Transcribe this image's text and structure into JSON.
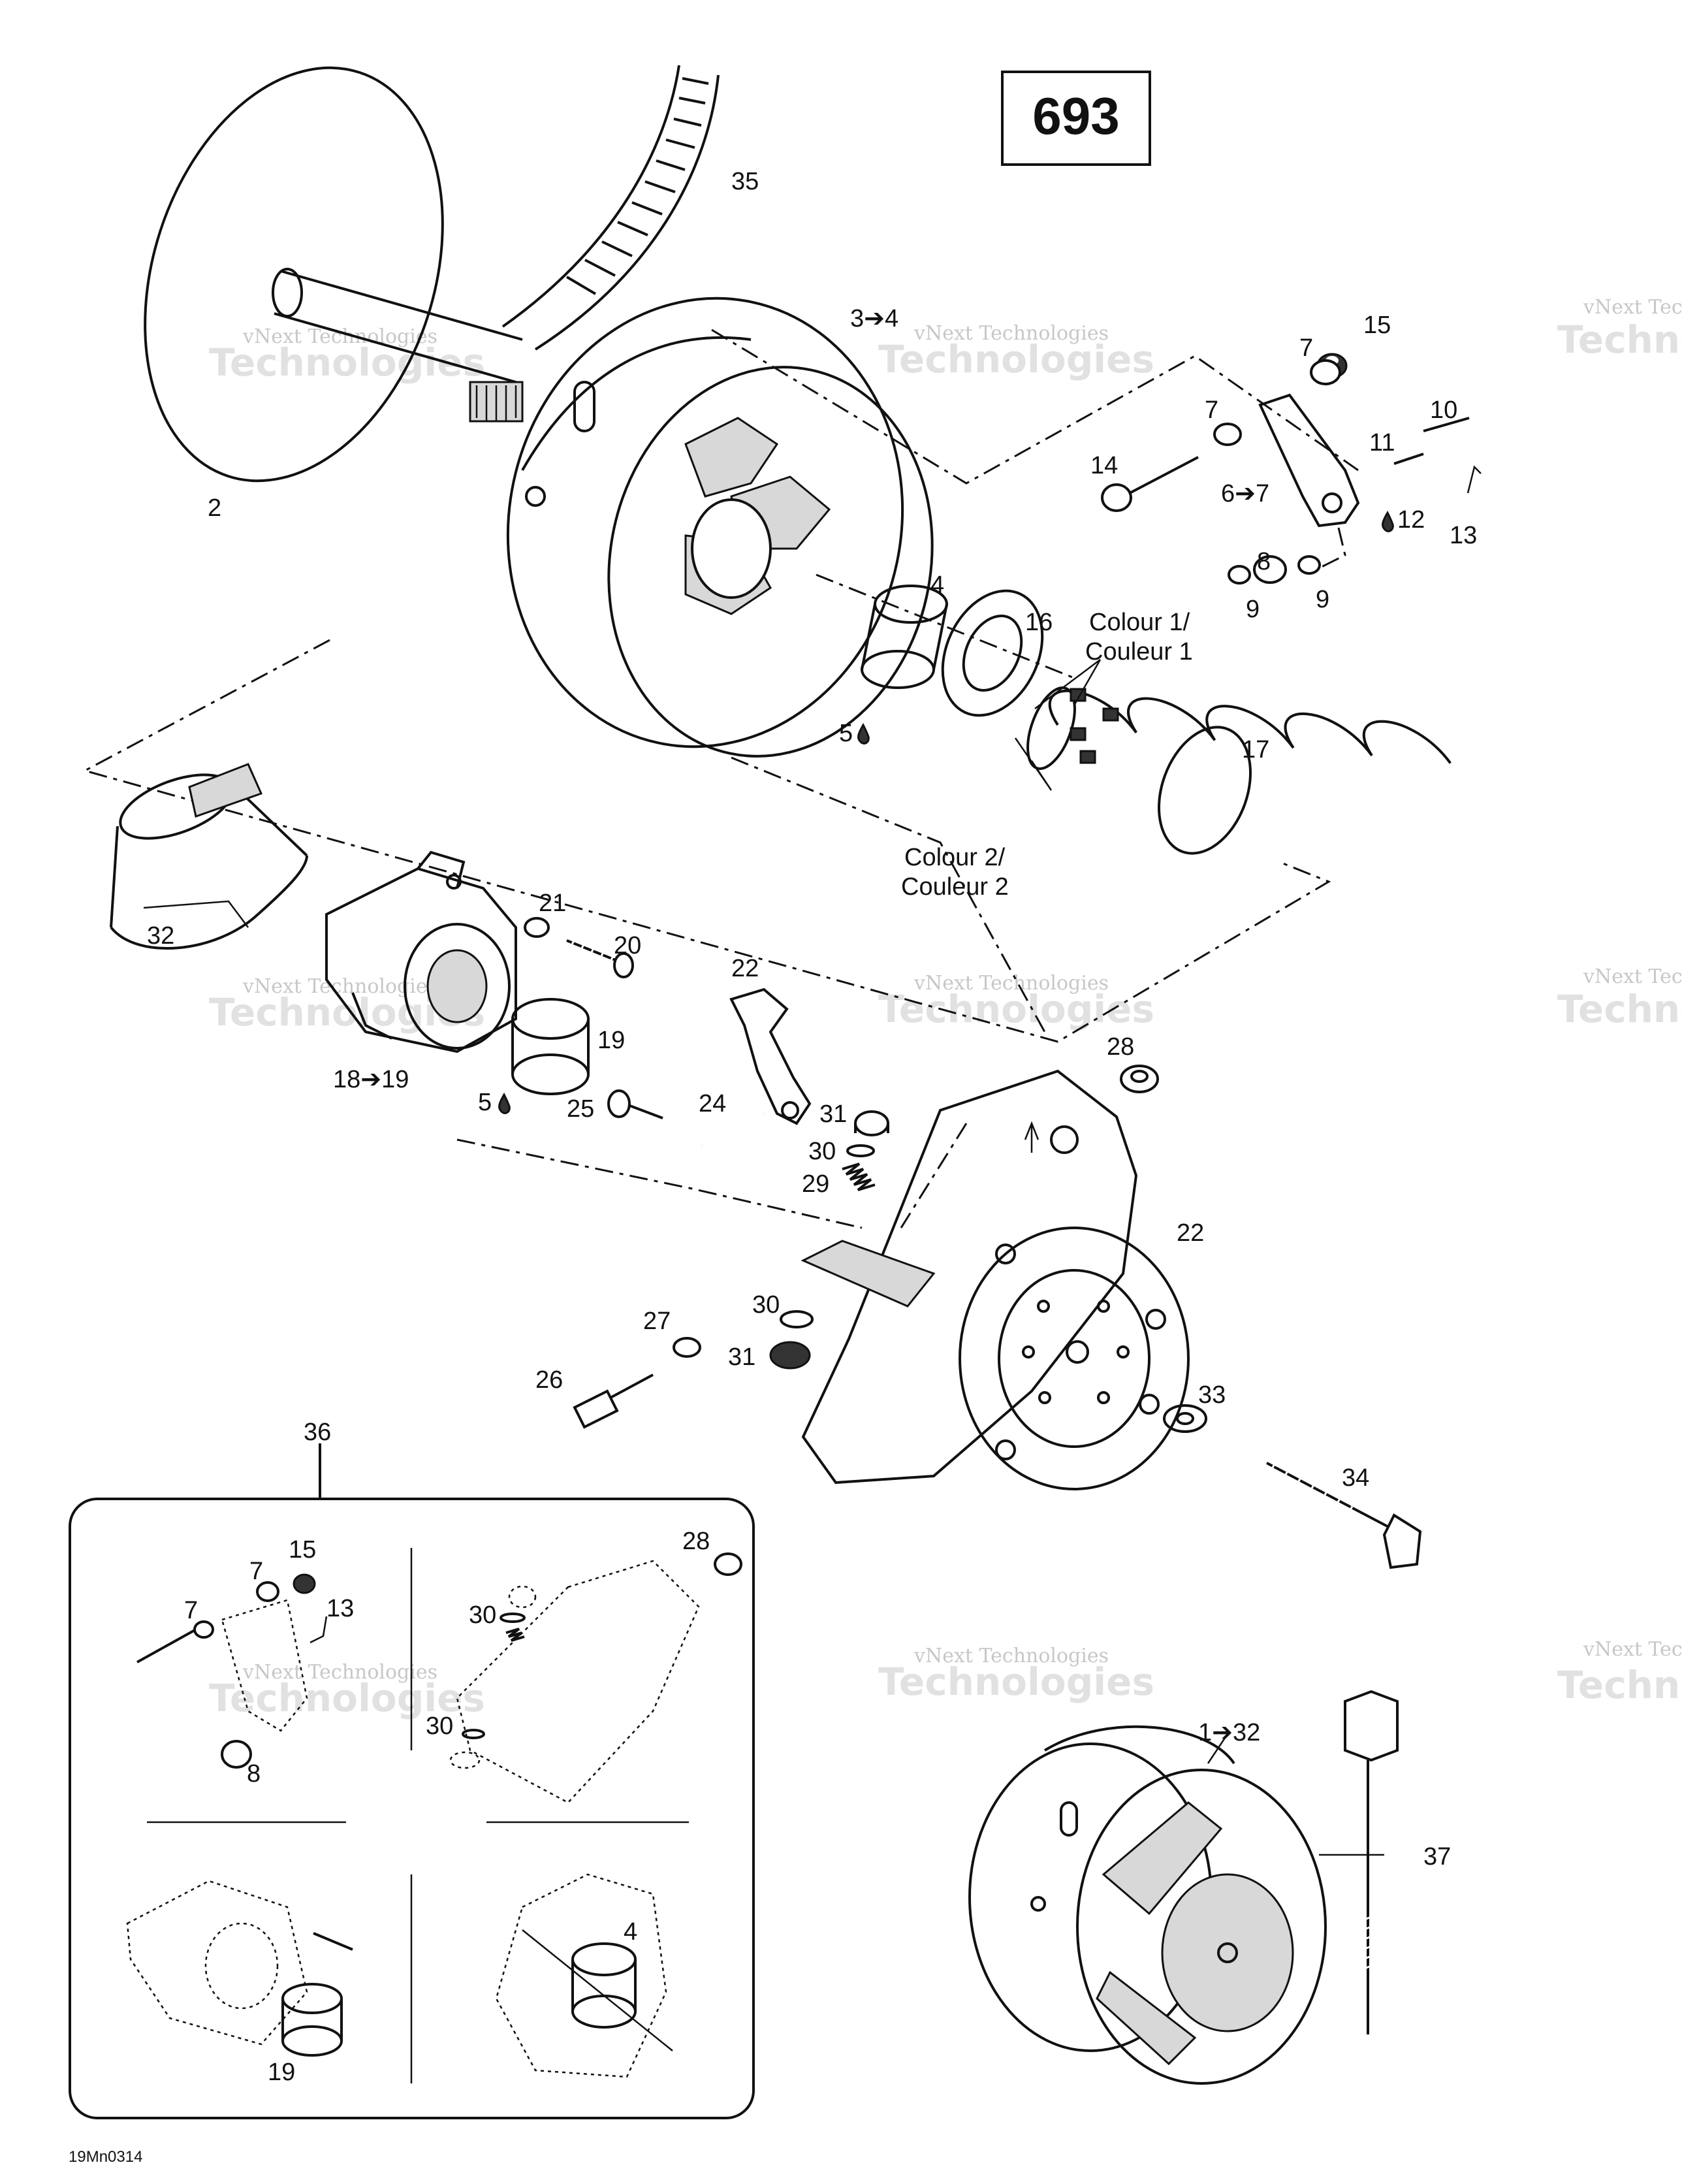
{
  "page_number": "693",
  "figure_code": "19Mn0314",
  "watermark": {
    "line1": "vNext Technologies",
    "line2": "Technologies"
  },
  "callouts": {
    "c35": "35",
    "c2": "2",
    "c3_4": "3➔4",
    "c15_top": "15",
    "c7_a": "7",
    "c7_b": "7",
    "c10": "10",
    "c14": "14",
    "c11": "11",
    "c6_7": "6➔7",
    "c12": "12",
    "c13_top": "13",
    "c8_top": "8",
    "c9_a": "9",
    "c9_b": "9",
    "c4_top": "4",
    "c16": "16",
    "colour1_en": "Colour 1/",
    "colour1_fr": "Couleur 1",
    "c5_a": "5",
    "c17": "17",
    "colour2_en": "Colour 2/",
    "colour2_fr": "Couleur 2",
    "c32": "32",
    "c21": "21",
    "c20": "20",
    "c22_a": "22",
    "c19_a": "19",
    "c18_19": "18➔19",
    "c5_b": "5",
    "c25": "25",
    "c24": "24",
    "c31_a": "31",
    "c30_a": "30",
    "c29": "29",
    "c28_a": "28",
    "c22_b": "22",
    "c27": "27",
    "c30_b": "30",
    "c31_b": "31",
    "c26": "26",
    "c33": "33",
    "c34": "34",
    "c36": "36",
    "c15_inset": "15",
    "c7_inset_a": "7",
    "c13_inset": "13",
    "c7_inset_b": "7",
    "c8_inset": "8",
    "c28_inset": "28",
    "c30_inset_a": "30",
    "c30_inset_b": "30",
    "c4_inset": "4",
    "c19_inset": "19",
    "c1_32": "1➔32",
    "c37": "37"
  }
}
